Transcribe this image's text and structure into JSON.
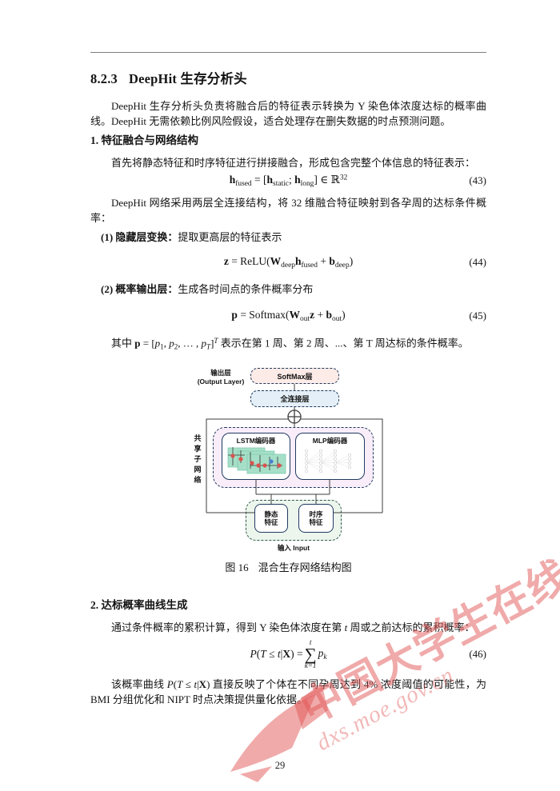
{
  "doc": {
    "section_number": "8.2.3",
    "section_title": "DeepHit 生存分析头",
    "page_number": "29"
  },
  "paragraphs": {
    "intro": [
      {
        "t": "DeepHit 生存分析头负责将融合后的特征表示转换为 Y 染色体浓度达标的概率曲线。DeepHit 无需依赖比例风险假设，适合处理存在删失数据的时点预测问题。",
        "s": "n"
      }
    ],
    "sub1_heading": "1. 特征融合与网络结构",
    "fuse": [
      {
        "t": "首先将静态特征和时序特征进行拼接融合，形成包含完整个体信息的特征表示：",
        "s": "n"
      }
    ],
    "net": [
      {
        "t": "DeepHit 网络采用两层全连接结构，将 32 维融合特征映射到各孕周的达标条件概率：",
        "s": "n"
      }
    ],
    "item1": [
      {
        "t": "(1) 隐藏层变换：",
        "s": "b"
      },
      {
        "t": "提取更高层的特征表示",
        "s": "n"
      }
    ],
    "item2": [
      {
        "t": "(2) 概率输出层：",
        "s": "b"
      },
      {
        "t": "生成各时间点的条件概率分布",
        "s": "n"
      }
    ],
    "where": [
      {
        "t": "其中 ",
        "s": "n"
      },
      {
        "t": "p",
        "s": "b"
      },
      {
        "t": " = [",
        "s": "n"
      },
      {
        "t": "p",
        "s": "i"
      },
      {
        "t": "1",
        "s": "sub"
      },
      {
        "t": ", ",
        "s": "n"
      },
      {
        "t": "p",
        "s": "i"
      },
      {
        "t": "2",
        "s": "sub"
      },
      {
        "t": ", … , ",
        "s": "n"
      },
      {
        "t": "p",
        "s": "i"
      },
      {
        "t": "T",
        "s": "subi"
      },
      {
        "t": "]",
        "s": "n"
      },
      {
        "t": "T",
        "s": "supi"
      },
      {
        "t": " 表示在第 1 周、第 2 周、...、第 T 周达标的条件概率。",
        "s": "n"
      }
    ],
    "sub2_heading": "2. 达标概率曲线生成",
    "cum": [
      {
        "t": "通过条件概率的累积计算，得到 Y 染色体浓度在第 ",
        "s": "n"
      },
      {
        "t": "t",
        "s": "i"
      },
      {
        "t": " 周或之前达标的累积概率：",
        "s": "n"
      }
    ],
    "final": [
      {
        "t": "该概率曲线 ",
        "s": "n"
      },
      {
        "t": "P",
        "s": "i"
      },
      {
        "t": "(",
        "s": "n"
      },
      {
        "t": "T",
        "s": "i"
      },
      {
        "t": " ≤ ",
        "s": "n"
      },
      {
        "t": "t",
        "s": "i"
      },
      {
        "t": "|",
        "s": "n"
      },
      {
        "t": "X",
        "s": "b"
      },
      {
        "t": ") 直接反映了个体在不同孕周达到 4% 浓度阈值的可能性，为 BMI 分组优化和 NIPT 时点决策提供量化依据。",
        "s": "n"
      }
    ]
  },
  "equations": {
    "eq43": {
      "number": "(43)",
      "segs": [
        {
          "t": "h",
          "s": "b"
        },
        {
          "t": "fused",
          "s": "sub"
        },
        {
          "t": " = [",
          "s": "n"
        },
        {
          "t": "h",
          "s": "b"
        },
        {
          "t": "static",
          "s": "sub"
        },
        {
          "t": "; ",
          "s": "n"
        },
        {
          "t": "h",
          "s": "b"
        },
        {
          "t": "long",
          "s": "sub"
        },
        {
          "t": "] ∈ ℝ",
          "s": "n"
        },
        {
          "t": "32",
          "s": "sup"
        }
      ]
    },
    "eq44": {
      "number": "(44)",
      "segs": [
        {
          "t": "z",
          "s": "b"
        },
        {
          "t": " = ReLU(",
          "s": "n"
        },
        {
          "t": "W",
          "s": "b"
        },
        {
          "t": "deep",
          "s": "sub"
        },
        {
          "t": "h",
          "s": "b"
        },
        {
          "t": "fused",
          "s": "sub"
        },
        {
          "t": " + ",
          "s": "n"
        },
        {
          "t": "b",
          "s": "b"
        },
        {
          "t": "deep",
          "s": "sub"
        },
        {
          "t": ")",
          "s": "n"
        }
      ]
    },
    "eq45": {
      "number": "(45)",
      "segs": [
        {
          "t": "p",
          "s": "b"
        },
        {
          "t": " = Softmax(",
          "s": "n"
        },
        {
          "t": "W",
          "s": "b"
        },
        {
          "t": "out",
          "s": "sub"
        },
        {
          "t": "z",
          "s": "b"
        },
        {
          "t": " + ",
          "s": "n"
        },
        {
          "t": "b",
          "s": "b"
        },
        {
          "t": "out",
          "s": "sub"
        },
        {
          "t": ")",
          "s": "n"
        }
      ]
    },
    "eq46": {
      "number": "(46)",
      "left": [
        {
          "t": "P",
          "s": "i"
        },
        {
          "t": "(",
          "s": "n"
        },
        {
          "t": "T",
          "s": "i"
        },
        {
          "t": " ≤ ",
          "s": "n"
        },
        {
          "t": "t",
          "s": "i"
        },
        {
          "t": "|",
          "s": "n"
        },
        {
          "t": "X",
          "s": "b"
        },
        {
          "t": ") = ",
          "s": "n"
        }
      ],
      "sum_top": "t",
      "sigma": "∑",
      "sum_bottom": "k=1",
      "right": [
        {
          "t": "p",
          "s": "i"
        },
        {
          "t": "k",
          "s": "subi"
        }
      ]
    }
  },
  "figure": {
    "output_label_cn": "输出层",
    "output_label_en": "(Output Layer)",
    "softmax_label": "SoftMax层",
    "fc_label": "全连接层",
    "shared_label": "共享子网络",
    "lstm_label": "LSTM编码器",
    "mlp_label": "MLP编码器",
    "static_label": "静态特征",
    "time_label": "时序特征",
    "input_label": "输入 Input",
    "caption_label": "图 16",
    "caption_text": "混合生存网络结构图",
    "colors": {
      "softmax_bg": "#fcebe6",
      "fc_bg": "#e4eff7",
      "shared_bg": "#f9edf9",
      "input_bg": "#edf6ed",
      "border_navy": "#1f3a60",
      "lstm_cell": "#a6dfc8",
      "dot_red": "#d9534f",
      "dot_blue": "#4a7fd4"
    }
  },
  "watermark": {
    "text": "中国大学生在线",
    "url": "dxs.moe.gov.cn",
    "color": "#e15555"
  }
}
